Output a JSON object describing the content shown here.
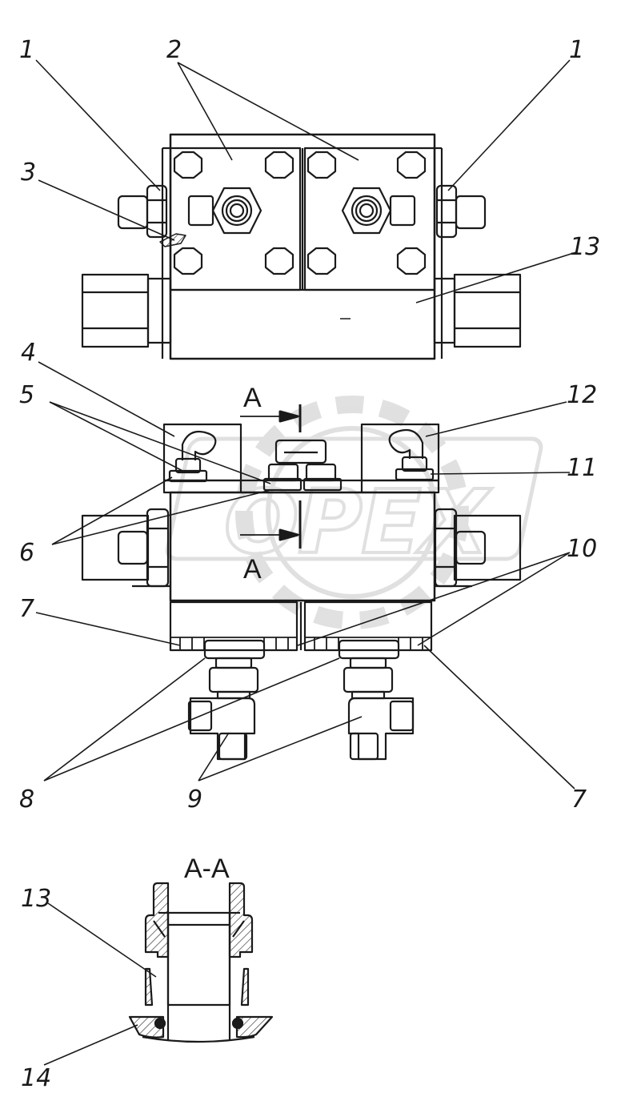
{
  "watermark": {
    "text": "OPEX"
  },
  "section": {
    "letter": "A",
    "title": "A-A"
  },
  "callouts": {
    "c1": "1",
    "c2": "2",
    "c3": "3",
    "c4": "4",
    "c5": "5",
    "c6": "6",
    "c7": "7",
    "c8": "8",
    "c9": "9",
    "c10": "10",
    "c11": "11",
    "c12": "12",
    "c13": "13",
    "c14": "14"
  }
}
